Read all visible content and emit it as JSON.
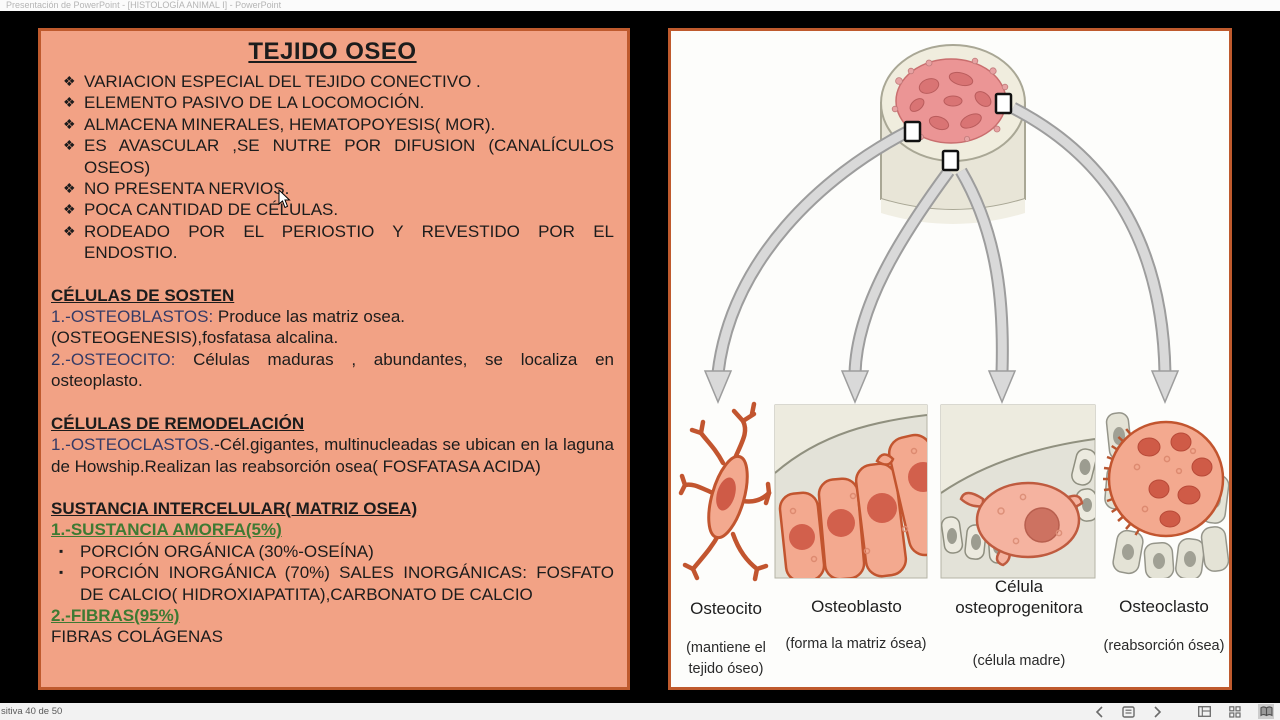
{
  "window": {
    "title": "Presentación de PowerPoint - [HISTOLOGÍA ANIMAL I] - PowerPoint"
  },
  "statusbar": {
    "slide_info": "sitiva 40 de 50",
    "icons": [
      "previous-slide",
      "annotation-menu",
      "next-slide",
      "normal-view",
      "slide-sorter",
      "reading-view"
    ],
    "active_view": "reading-view"
  },
  "slide": {
    "title": "TEJIDO OSEO",
    "bullet_glyph": "❖",
    "square_glyph": "▪",
    "bullets": [
      "VARIACION ESPECIAL DEL TEJIDO CONECTIVO .",
      "ELEMENTO PASIVO DE LA LOCOMOCIÓN.",
      "ALMACENA MINERALES, HEMATOPOYESIS( MOR).",
      "ES AVASCULAR ,SE NUTRE POR DIFUSION (CANALÍCULOS OSEOS)",
      "NO PRESENTA NERVIOS.",
      "POCA CANTIDAD DE CÉLULAS.",
      "RODEADO POR EL PERIOSTIO Y REVESTIDO POR EL ENDOSTIO."
    ],
    "sosten": {
      "heading": "CÉLULAS DE SOSTEN",
      "item1_lead": "1.-OSTEOBLASTOS:",
      "item1_rest": " Produce las matriz osea.",
      "item1_cont": "(OSTEOGENESIS),fosfatasa alcalina.",
      "item2_lead": "2.-OSTEOCITO:",
      "item2_rest": " Células maduras , abundantes, se localiza en osteoplasto."
    },
    "remodelacion": {
      "heading": "CÉLULAS DE REMODELACIÓN",
      "item1_lead": "1.-OSTEOCLASTOS.",
      "item1_rest": "-Cél.gigantes, multinucleadas se ubican en la laguna de Howship.Realizan las reabsorción osea( FOSFATASA ACIDA)"
    },
    "matriz": {
      "heading": "SUSTANCIA INTERCELULAR( MATRIZ OSEA)",
      "sub1": "1.-SUSTANCIA AMORFA(5%)",
      "sub1_bullets": [
        "PORCIÓN ORGÁNICA (30%-OSEÍNA)",
        "PORCIÓN INORGÁNICA (70%) SALES INORGÁNICAS: FOSFATO DE CALCIO( HIDROXIAPATITA),CARBONATO DE CALCIO"
      ],
      "sub2": "2.-FIBRAS(95%)",
      "sub2_text": "FIBRAS COLÁGENAS"
    }
  },
  "diagram": {
    "cells": [
      {
        "name": "Osteocito",
        "desc": "(mantiene el tejido óseo)"
      },
      {
        "name": "Osteoblasto",
        "desc": "(forma la matriz ósea)"
      },
      {
        "name": "Célula osteoprogenitora",
        "desc": "(célula madre)"
      },
      {
        "name": "Osteoclasto",
        "desc": "(reabsorción ósea)"
      }
    ]
  },
  "colors": {
    "slide_bg": "#000000",
    "box_fill": "#f2a285",
    "box_border": "#bf5a2d",
    "navy_text": "#353b66",
    "green_text": "#3e7a33",
    "arrow_grey": "#d9d9d9",
    "cell_salmon": "#f3a98f",
    "nucleus": "#cf5b47"
  }
}
